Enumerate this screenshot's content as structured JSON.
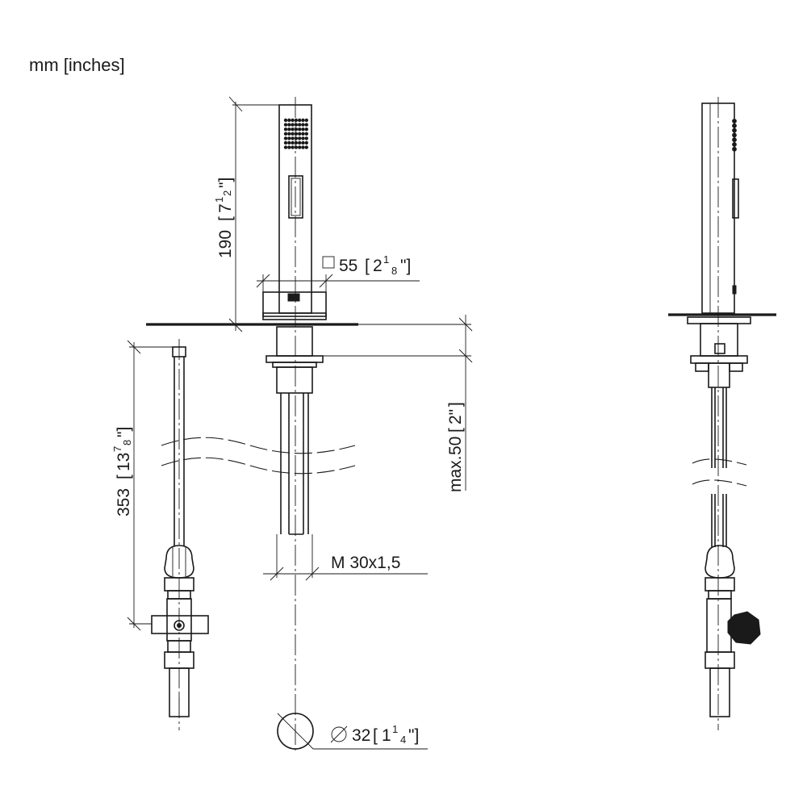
{
  "header": {
    "units_label": "mm [inches]"
  },
  "dimensions": {
    "height_handshower": {
      "value": "190",
      "whole": "7",
      "num": "1",
      "den": "2"
    },
    "square_base": {
      "value": "55",
      "whole": "2",
      "num": "1",
      "den": "8"
    },
    "max_thickness": {
      "prefix": "max.",
      "value": "50",
      "inch": "2\""
    },
    "hose_length": {
      "value": "353",
      "whole": "13",
      "num": "7",
      "den": "8"
    },
    "thread": {
      "value": "M 30x1,5"
    },
    "hole_diameter": {
      "value": "32",
      "whole": "1",
      "num": "1",
      "den": "4"
    }
  },
  "views": [
    "front-view",
    "side-view"
  ]
}
